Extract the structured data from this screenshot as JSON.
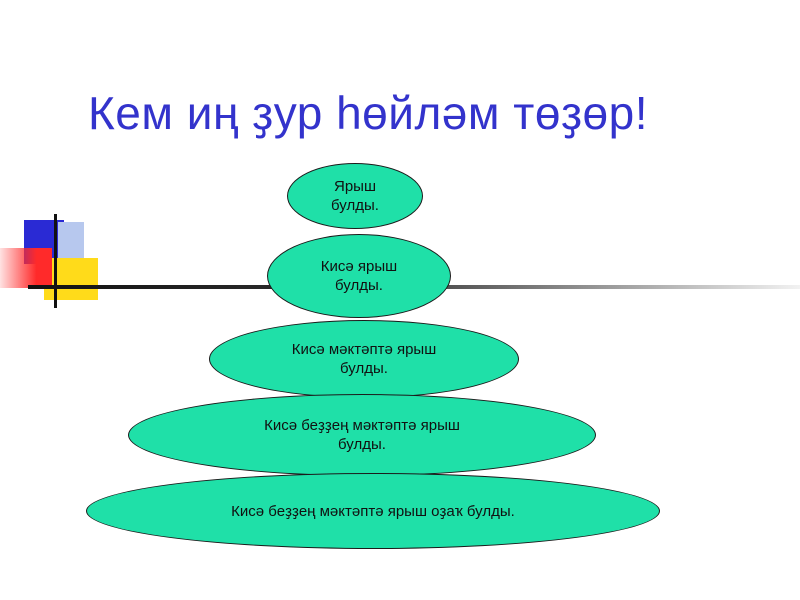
{
  "title": "Кем иң ҙур һөйләм төҙөр!",
  "colors": {
    "title": "#3333cc",
    "ellipse_fill": "#1fe0a8",
    "ellipse_border": "#1b1b1b"
  },
  "pyramid": [
    {
      "text": "Ярыш\nбулды."
    },
    {
      "text": "Кисә ярыш\nбулды."
    },
    {
      "text": "Кисә мәктәптә ярыш\nбулды."
    },
    {
      "text": "Кисә  беҙҙең мәктәптә ярыш\nбулды."
    },
    {
      "text": "Кисә беҙҙең мәктәптә ярыш оҙаҡ булды."
    }
  ]
}
